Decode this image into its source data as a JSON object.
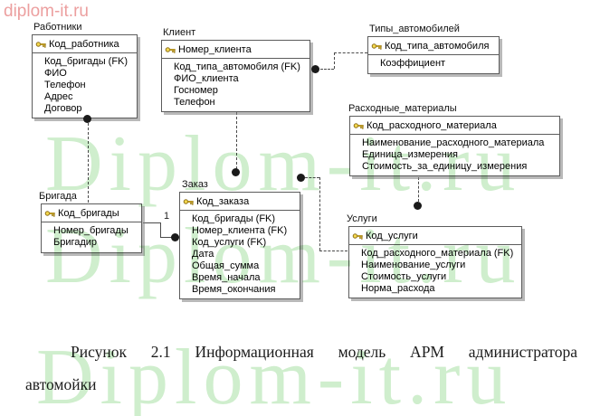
{
  "watermark": {
    "corner_text": "diplom-it.ru",
    "large_text": "Diplom-it.ru"
  },
  "colors": {
    "watermark_corner": "#ec9f9f",
    "watermark_large": "#cfeecd",
    "key_icon_gold": "#e3bd2a",
    "box_border": "#5c5c5c"
  },
  "diagram": {
    "entities": [
      {
        "title": "Работники",
        "pk": "Код_работника",
        "attrs": [
          "Код_бригады (FK)",
          "ФИО",
          "Телефон",
          "Адрес",
          "Договор"
        ]
      },
      {
        "title": "Клиент",
        "pk": "Номер_клиента",
        "attrs": [
          "Код_типа_автомобиля (FK)",
          "ФИО_клиента",
          "Госномер",
          "Телефон"
        ]
      },
      {
        "title": "Типы_автомобилей",
        "pk": "Код_типа_автомобиля",
        "attrs": [
          "Коэффициент"
        ]
      },
      {
        "title": "Расходные_материалы",
        "pk": "Код_расходного_материала",
        "attrs": [
          "Наименование_расходного_материала",
          "Единица_измерения",
          "Стоимость_за_единицу_измерения"
        ]
      },
      {
        "title": "Бригада",
        "pk": "Код_бригады",
        "attrs": [
          "Номер_бригады",
          "Бригадир"
        ]
      },
      {
        "title": "Заказ",
        "pk": "Код_заказа",
        "attrs": [
          "Код_бригады (FK)",
          "Номер_клиента (FK)",
          "Код_услуги (FK)",
          "Дата",
          "Общая_сумма",
          "Время_начала",
          "Время_окончания"
        ]
      },
      {
        "title": "Услуги",
        "pk": "Код_услуги",
        "attrs": [
          "Код_расходного_материала (FK)",
          "Наименование_услуги",
          "Стоимость_услуги",
          "Норма_расхода"
        ]
      }
    ],
    "relationships": {
      "brigada_zakaz_label": "1"
    }
  },
  "caption": {
    "line1": "Рисунок 2.1 Информационная модель АРМ администратора",
    "line2": "автомойки"
  }
}
